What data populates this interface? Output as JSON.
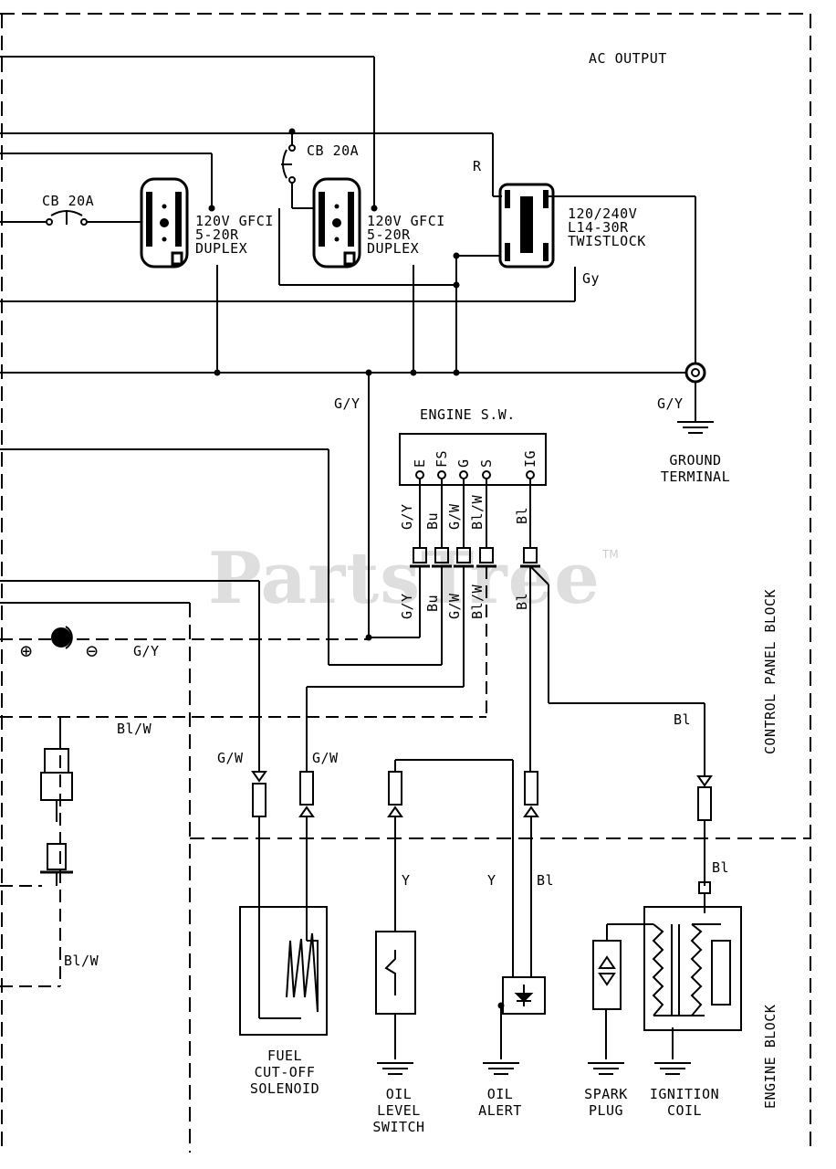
{
  "labels": {
    "ac_output": "AC OUTPUT",
    "cb1": "CB 20A",
    "cb2": "CB 20A",
    "duplex1": [
      "120V GFCI",
      "5-20R",
      "DUPLEX"
    ],
    "duplex2": [
      "120V GFCI",
      "5-20R",
      "DUPLEX"
    ],
    "twistlock": [
      "120/240V",
      "L14-30R",
      "TWISTLOCK"
    ],
    "wire_r": "R",
    "wire_gy": "Gy",
    "gy_left": "G/Y",
    "gy_right": "G/Y",
    "ground_terminal": [
      "GROUND",
      "TERMINAL"
    ],
    "engine_sw": "ENGINE S.W.",
    "sw_terminals": [
      "E",
      "FS",
      "G",
      "S",
      "IG"
    ],
    "sw_wires_top": [
      "G/Y",
      "Bu",
      "G/W",
      "Bl/W",
      "Bl"
    ],
    "sw_wires_bottom": [
      "G/Y",
      "Bu",
      "G/W",
      "Bl/W",
      "Bl"
    ],
    "gy_battery": "G/Y",
    "blw_left": "Bl/W",
    "blw_lower": "Bl/W",
    "gw1": "G/W",
    "gw2": "G/W",
    "y1": "Y",
    "y2": "Y",
    "bl_alert": "Bl",
    "bl_right": "Bl",
    "bl_coil": "Bl",
    "control_panel_block": "CONTROL PANEL BLOCK",
    "engine_block": "ENGINE BLOCK",
    "fuel_solenoid": [
      "FUEL",
      "CUT-OFF",
      "SOLENOID"
    ],
    "oil_level_switch": [
      "OIL",
      "LEVEL",
      "SWITCH"
    ],
    "oil_alert": [
      "OIL",
      "ALERT"
    ],
    "spark_plug": [
      "SPARK",
      "PLUG"
    ],
    "ignition_coil": [
      "IGNITION",
      "COIL"
    ],
    "plus": "⊕",
    "minus": "⊖",
    "watermark": "PartsTree",
    "watermark_tm": "TM"
  }
}
